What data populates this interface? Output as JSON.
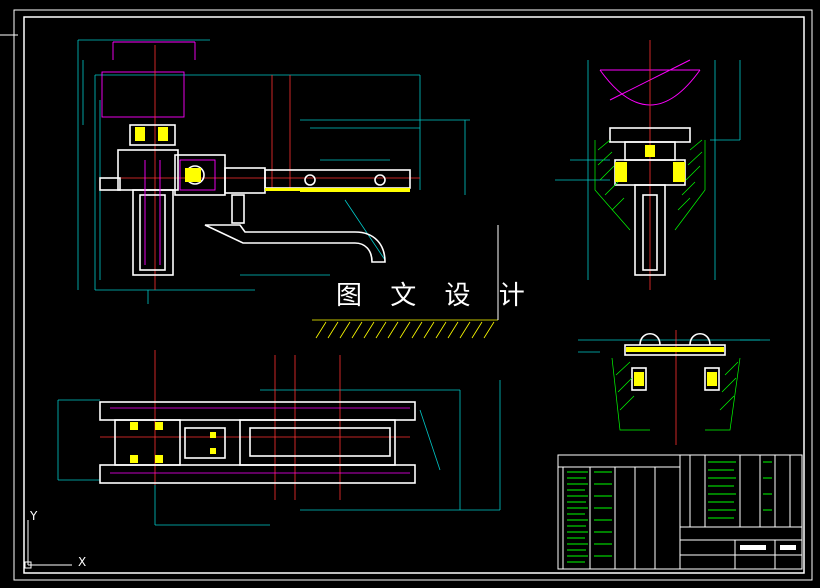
{
  "watermark": "图 文 设 计",
  "axis_glyph": {
    "y": "Y",
    "x": "X"
  },
  "colors": {
    "background": "#000000",
    "frame": "#ffffff",
    "dimension": "#00c8c8",
    "part": "#ffffff",
    "center_line": "#ff3030",
    "hatch": "#ffff00",
    "section": "#ff00ff",
    "green_line": "#00ff00",
    "title_block": "#ffffff",
    "title_text": "#00ff00"
  }
}
